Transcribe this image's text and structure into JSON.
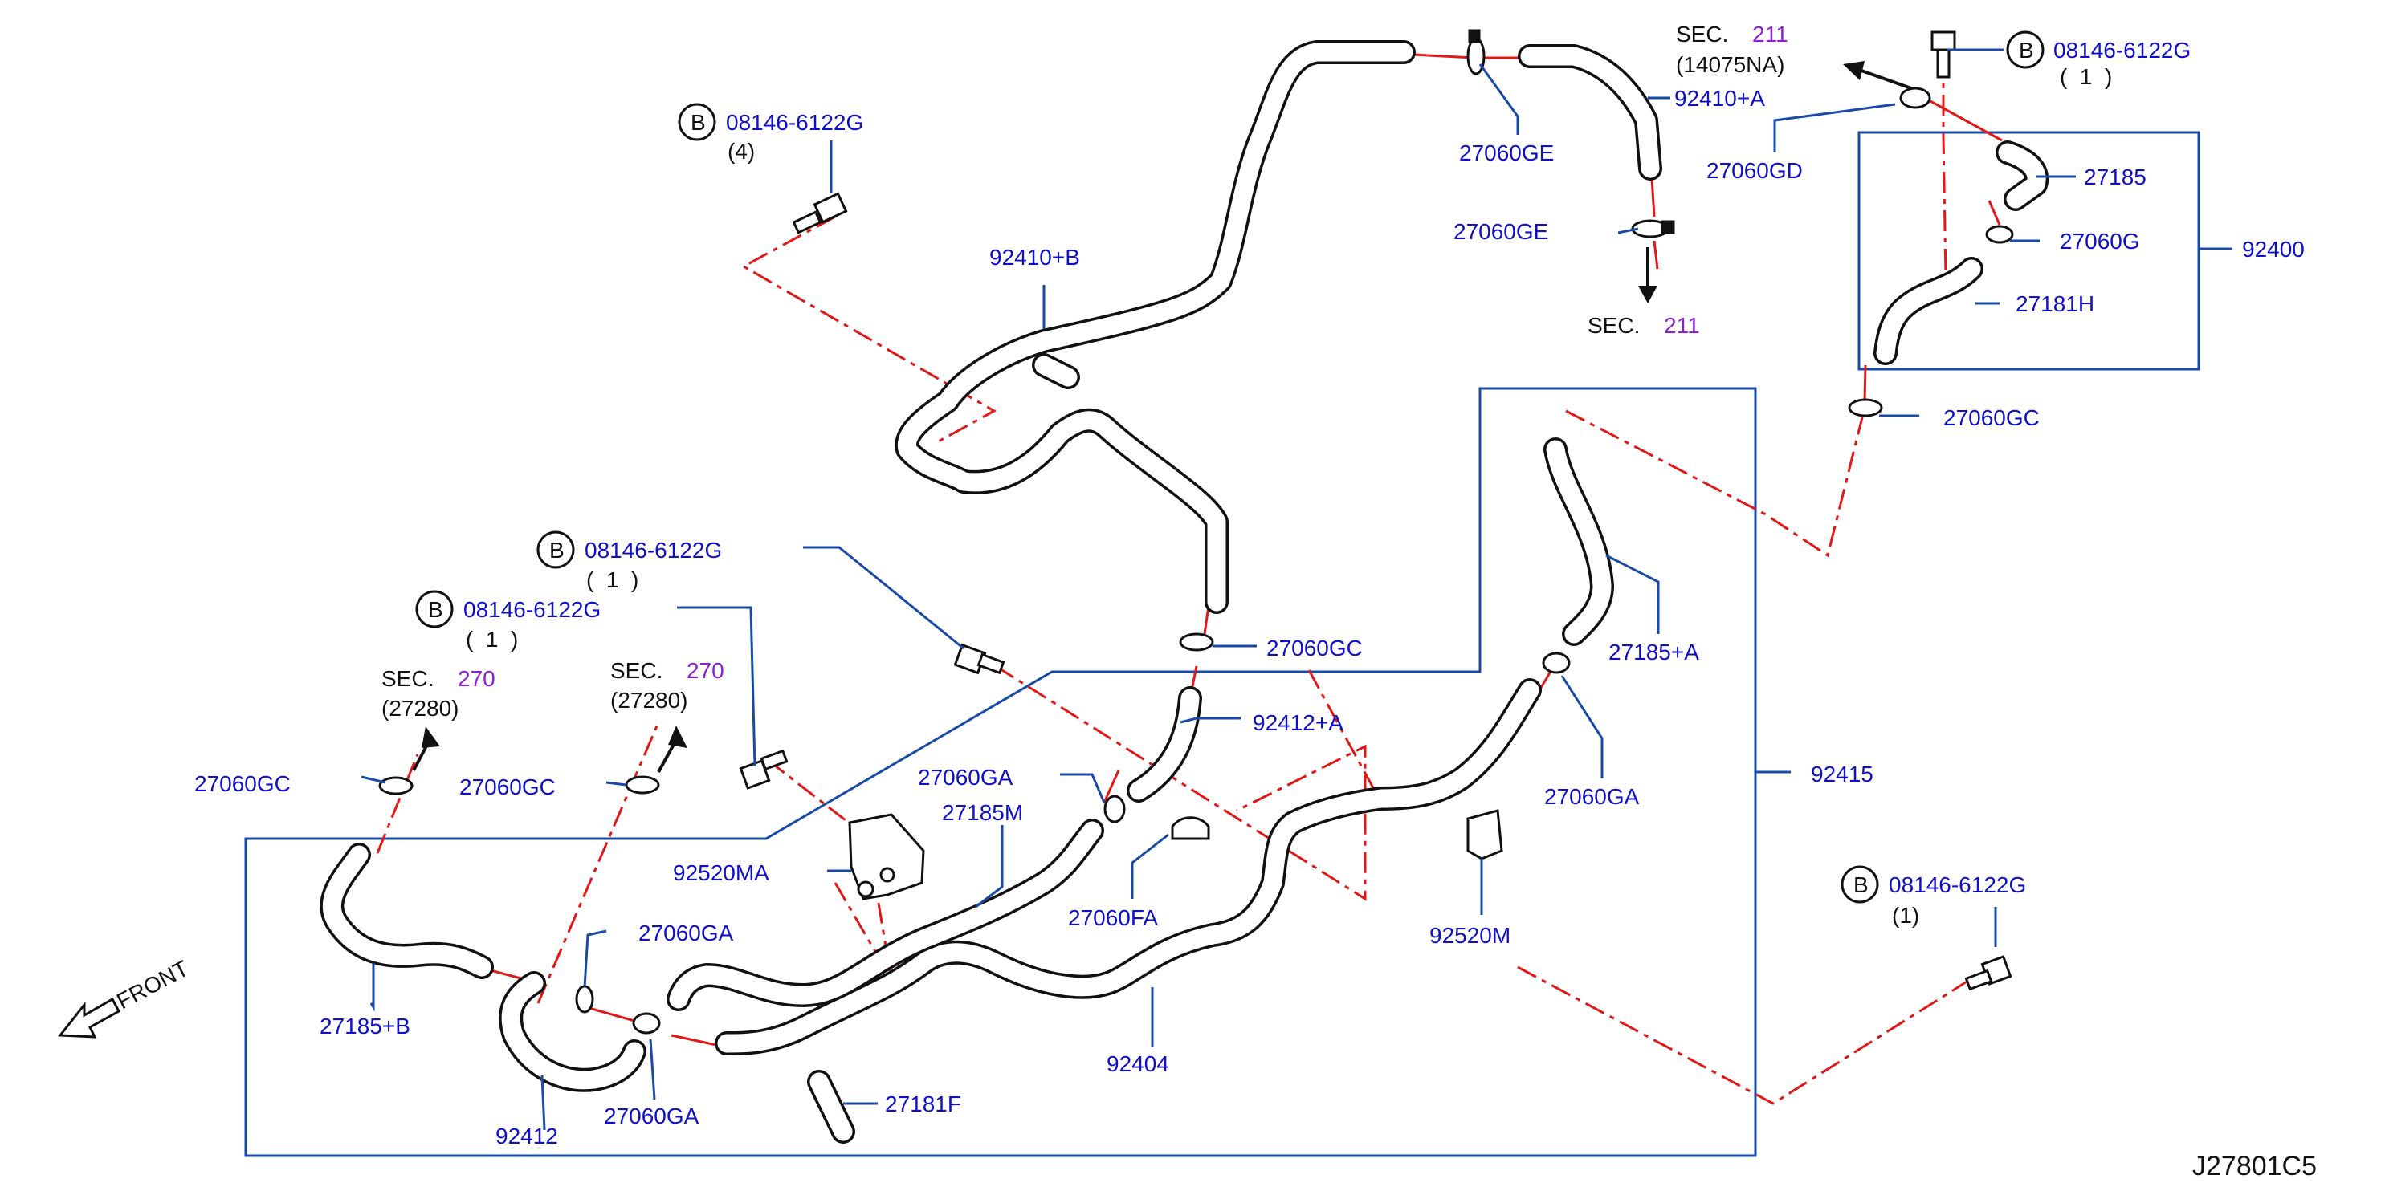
{
  "labels": {
    "top_sec_211": "SEC.",
    "top_sec_211_num": "211",
    "top_14075na": "(14075NA)",
    "sec_211_lower": "SEC.",
    "sec_211_lower_num": "211",
    "sec_270_left": "SEC.",
    "sec_270_left_num": "270",
    "sec_270_left_sub": "(27280)",
    "sec_270_right": "SEC.",
    "sec_270_right_num": "270",
    "sec_270_right_sub": "(27280)",
    "bolt_b_letter": "B",
    "bolt_top_left": "08146-6122G",
    "bolt_top_left_qty": "(4)",
    "bolt_top_right": "08146-6122G",
    "bolt_top_right_qty": "(  1  )",
    "bolt_mid_1": "08146-6122G",
    "bolt_mid_1_qty": "(  1  )",
    "bolt_mid_2": "08146-6122G",
    "bolt_mid_2_qty": "(  1  )",
    "bolt_lower_right": "08146-6122G",
    "bolt_lower_right_qty": "(1)",
    "p_27060ge_top": "27060GE",
    "p_27060ge_mid": "27060GE",
    "p_92410a": "92410+A",
    "p_92410b": "92410+B",
    "p_27060gd": "27060GD",
    "p_27185": "27185",
    "p_27060g": "27060G",
    "p_92400": "92400",
    "p_27181h": "27181H",
    "p_27060gc_right": "27060GC",
    "p_27060gc_center": "27060GC",
    "p_27185a": "27185+A",
    "p_92412a": "92412+A",
    "p_92415": "92415",
    "p_27060ga_right": "27060GA",
    "p_27060gc_far_left": "27060GC",
    "p_27060gc_left": "27060GC",
    "p_27060ga_mid": "27060GA",
    "p_27185m": "27185M",
    "p_92520ma": "92520MA",
    "p_27060fa": "27060FA",
    "p_92520m": "92520M",
    "p_27060ga_left": "27060GA",
    "p_27185b": "27185+B",
    "p_92404": "92404",
    "p_27181f": "27181F",
    "p_92412": "92412",
    "p_27060ga_bottom": "27060GA",
    "front": "FRONT",
    "drawing_ref": "J27801C5"
  },
  "colors": {
    "part_number": "#1010c8",
    "leader_line": "#1a4aa8",
    "section_number": "#8a1fd6",
    "centerline": "#e01818",
    "hose": "#111111"
  }
}
